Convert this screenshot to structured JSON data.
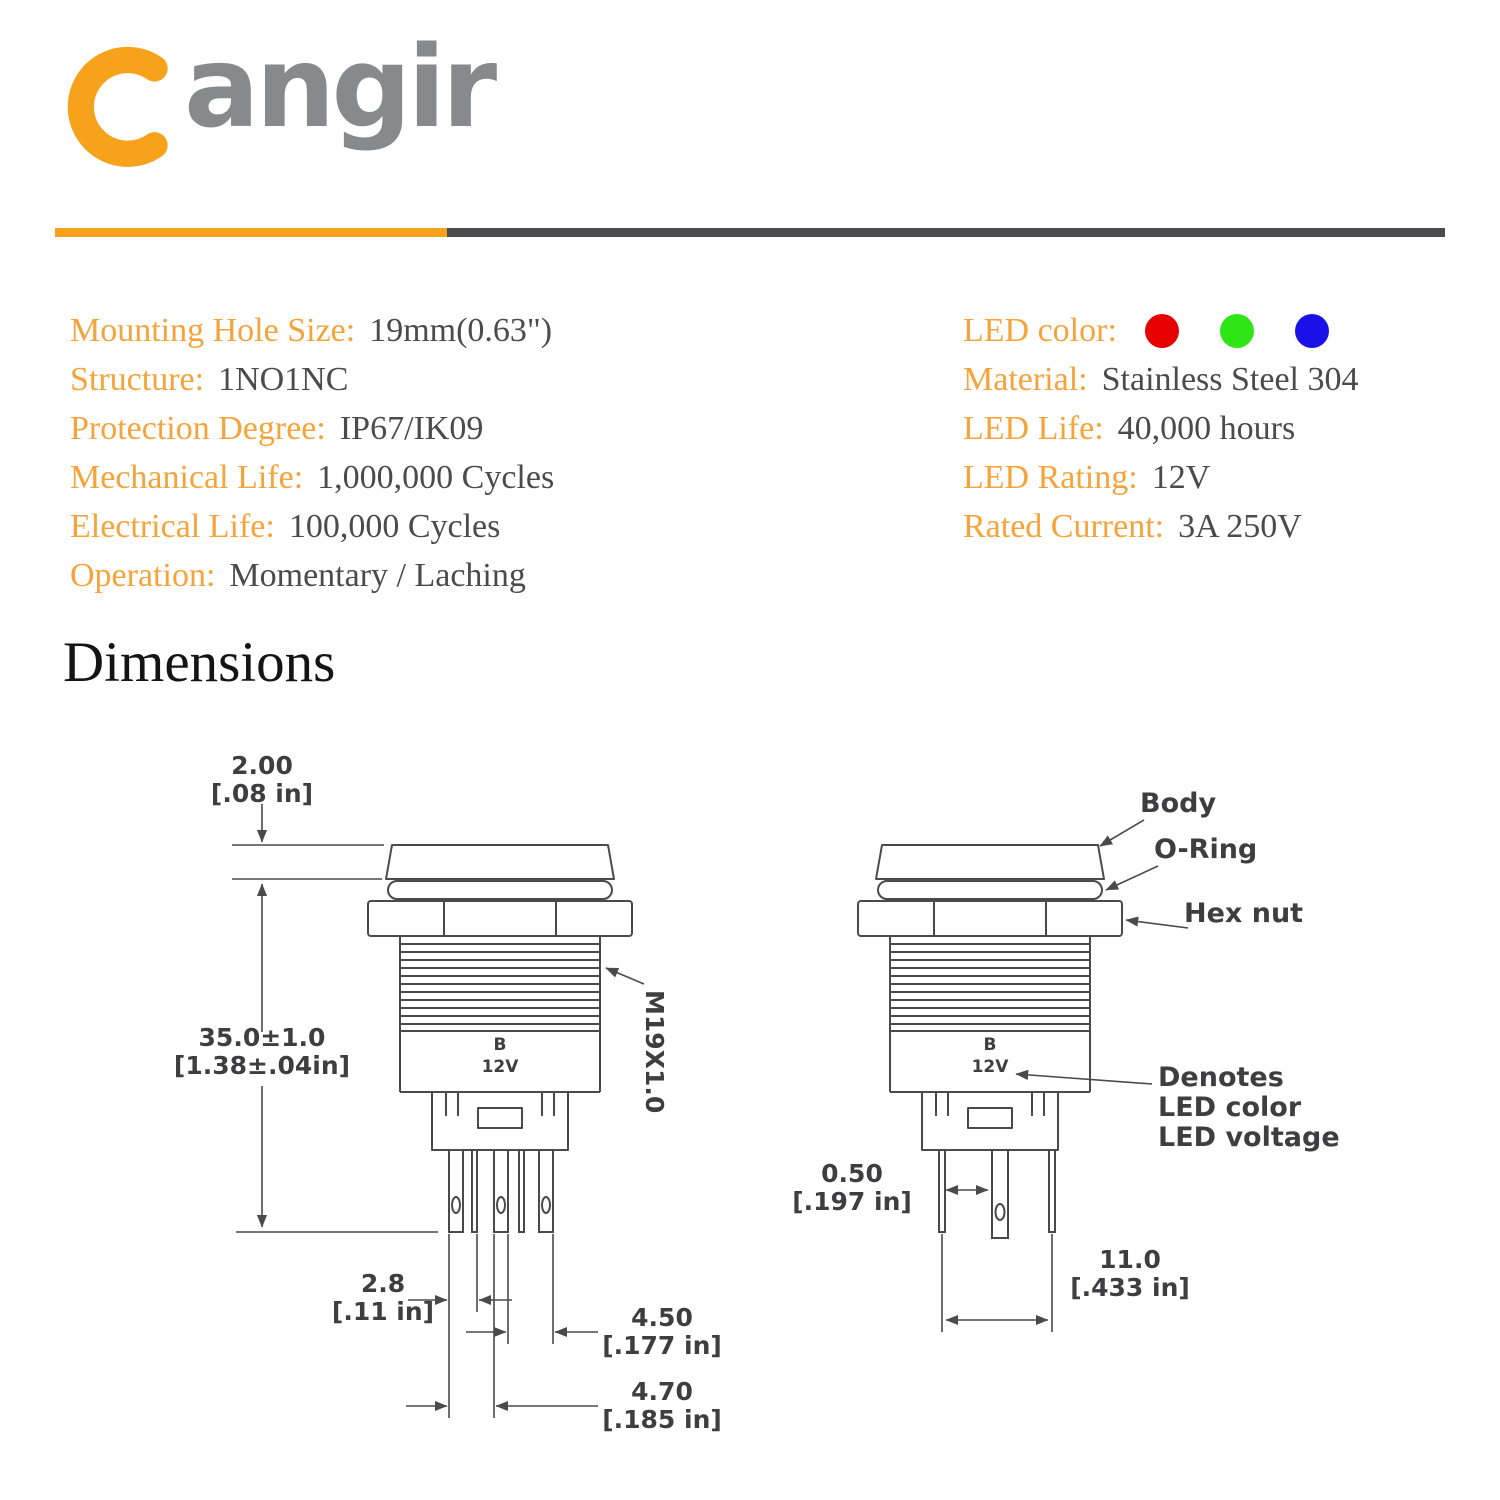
{
  "brand": {
    "logo_text": "angir",
    "accent_color": "#F6A21B",
    "logo_gray": "#87898C"
  },
  "divider": {
    "orange": "#F6A21B",
    "gray": "#4C4C4E"
  },
  "specs": {
    "left": [
      {
        "label": "Mounting Hole Size:",
        "value": "19mm(0.63\")"
      },
      {
        "label": "Structure:",
        "value": "1NO1NC"
      },
      {
        "label": "Protection Degree:",
        "value": "IP67/IK09"
      },
      {
        "label": "Mechanical Life:",
        "value": "1,000,000 Cycles"
      },
      {
        "label": "Electrical Life:",
        "value": "100,000 Cycles"
      },
      {
        "label": "Operation:",
        "value": "Momentary / Laching"
      }
    ],
    "led_row": {
      "label": "LED color:"
    },
    "led_colors": [
      "#E60000",
      "#2FE515",
      "#1A10E8"
    ],
    "right": [
      {
        "label": "Material:",
        "value": "Stainless Steel 304"
      },
      {
        "label": "LED Life:",
        "value": "40,000 hours"
      },
      {
        "label": "LED Rating:",
        "value": "12V"
      },
      {
        "label": "Rated Current:",
        "value": "3A 250V"
      }
    ]
  },
  "section_title": "Dimensions",
  "diagram": {
    "left": {
      "dim_head": [
        "2.00",
        "[.08 in]"
      ],
      "dim_height": [
        "35.0±1.0",
        "[1.38±.04in]"
      ],
      "thread": "M19X1.0",
      "marking": [
        "B",
        "12V"
      ],
      "dim_a": [
        "2.8",
        "[.11 in]"
      ],
      "dim_b": [
        "4.50",
        "[.177 in]"
      ],
      "dim_c": [
        "4.70",
        "[.185 in]"
      ]
    },
    "right": {
      "label_body": "Body",
      "label_oring": "O-Ring",
      "label_hexnut": "Hex nut",
      "denotes": [
        "Denotes",
        "LED color",
        "LED voltage"
      ],
      "marking": [
        "B",
        "12V"
      ],
      "dim_d": [
        "0.50",
        "[.197 in]"
      ],
      "dim_e": [
        "11.0",
        "[.433 in]"
      ]
    }
  }
}
